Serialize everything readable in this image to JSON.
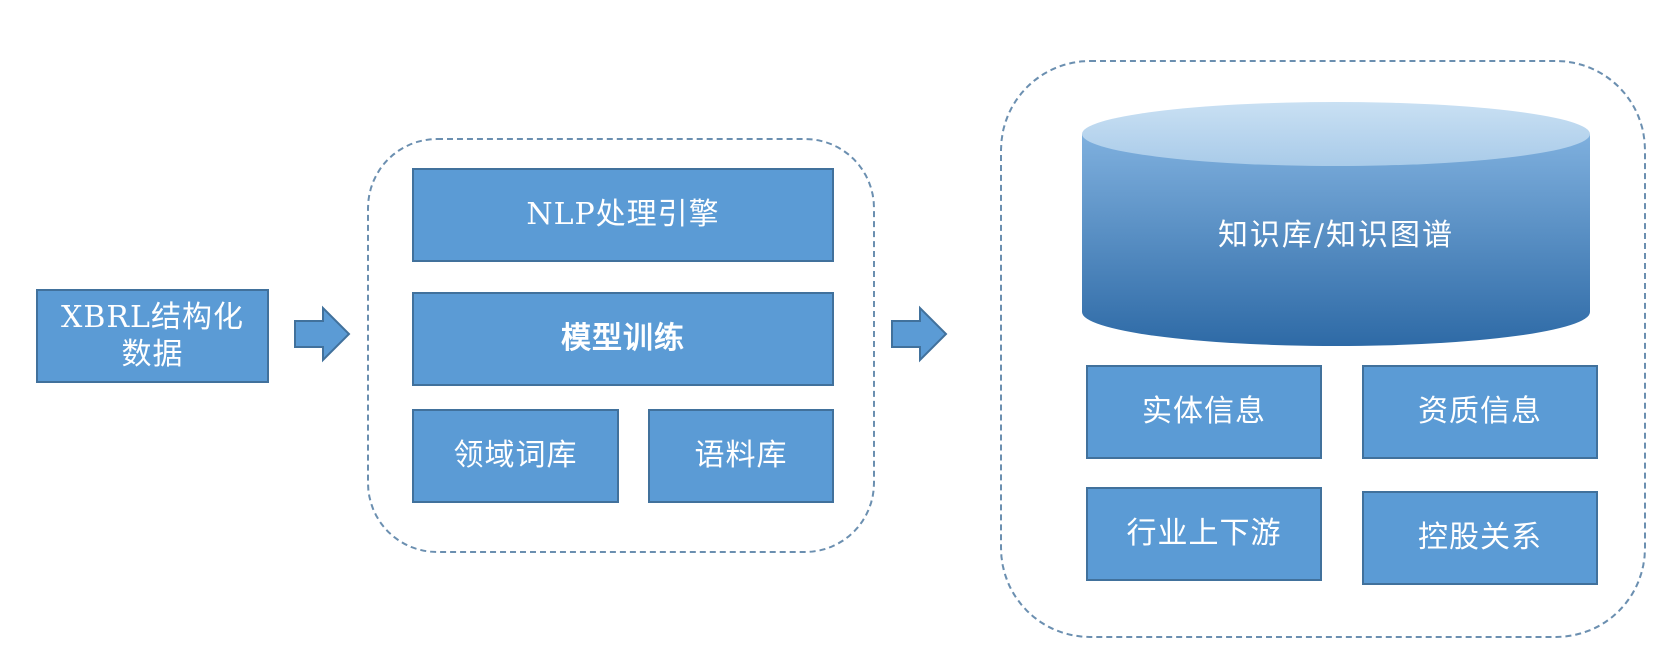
{
  "input": {
    "label_line1": "XBRL结构化",
    "label_line2": "数据"
  },
  "nlp_group": {
    "engine": "NLP处理引擎",
    "training": "模型训练",
    "domain_lexicon": "领域词库",
    "corpus": "语料库"
  },
  "kb_group": {
    "database": "知识库/知识图谱",
    "entity": "实体信息",
    "qualification": "资质信息",
    "industry_chain": "行业上下游",
    "holding": "控股关系"
  },
  "colors": {
    "box_fill": "#5b9bd5",
    "box_border": "#41719c",
    "dashed_border": "#6b8fb0",
    "db_top": "#bdd7ee",
    "db_body_top": "#7fb0de",
    "db_body_bottom": "#2e6aa6"
  }
}
